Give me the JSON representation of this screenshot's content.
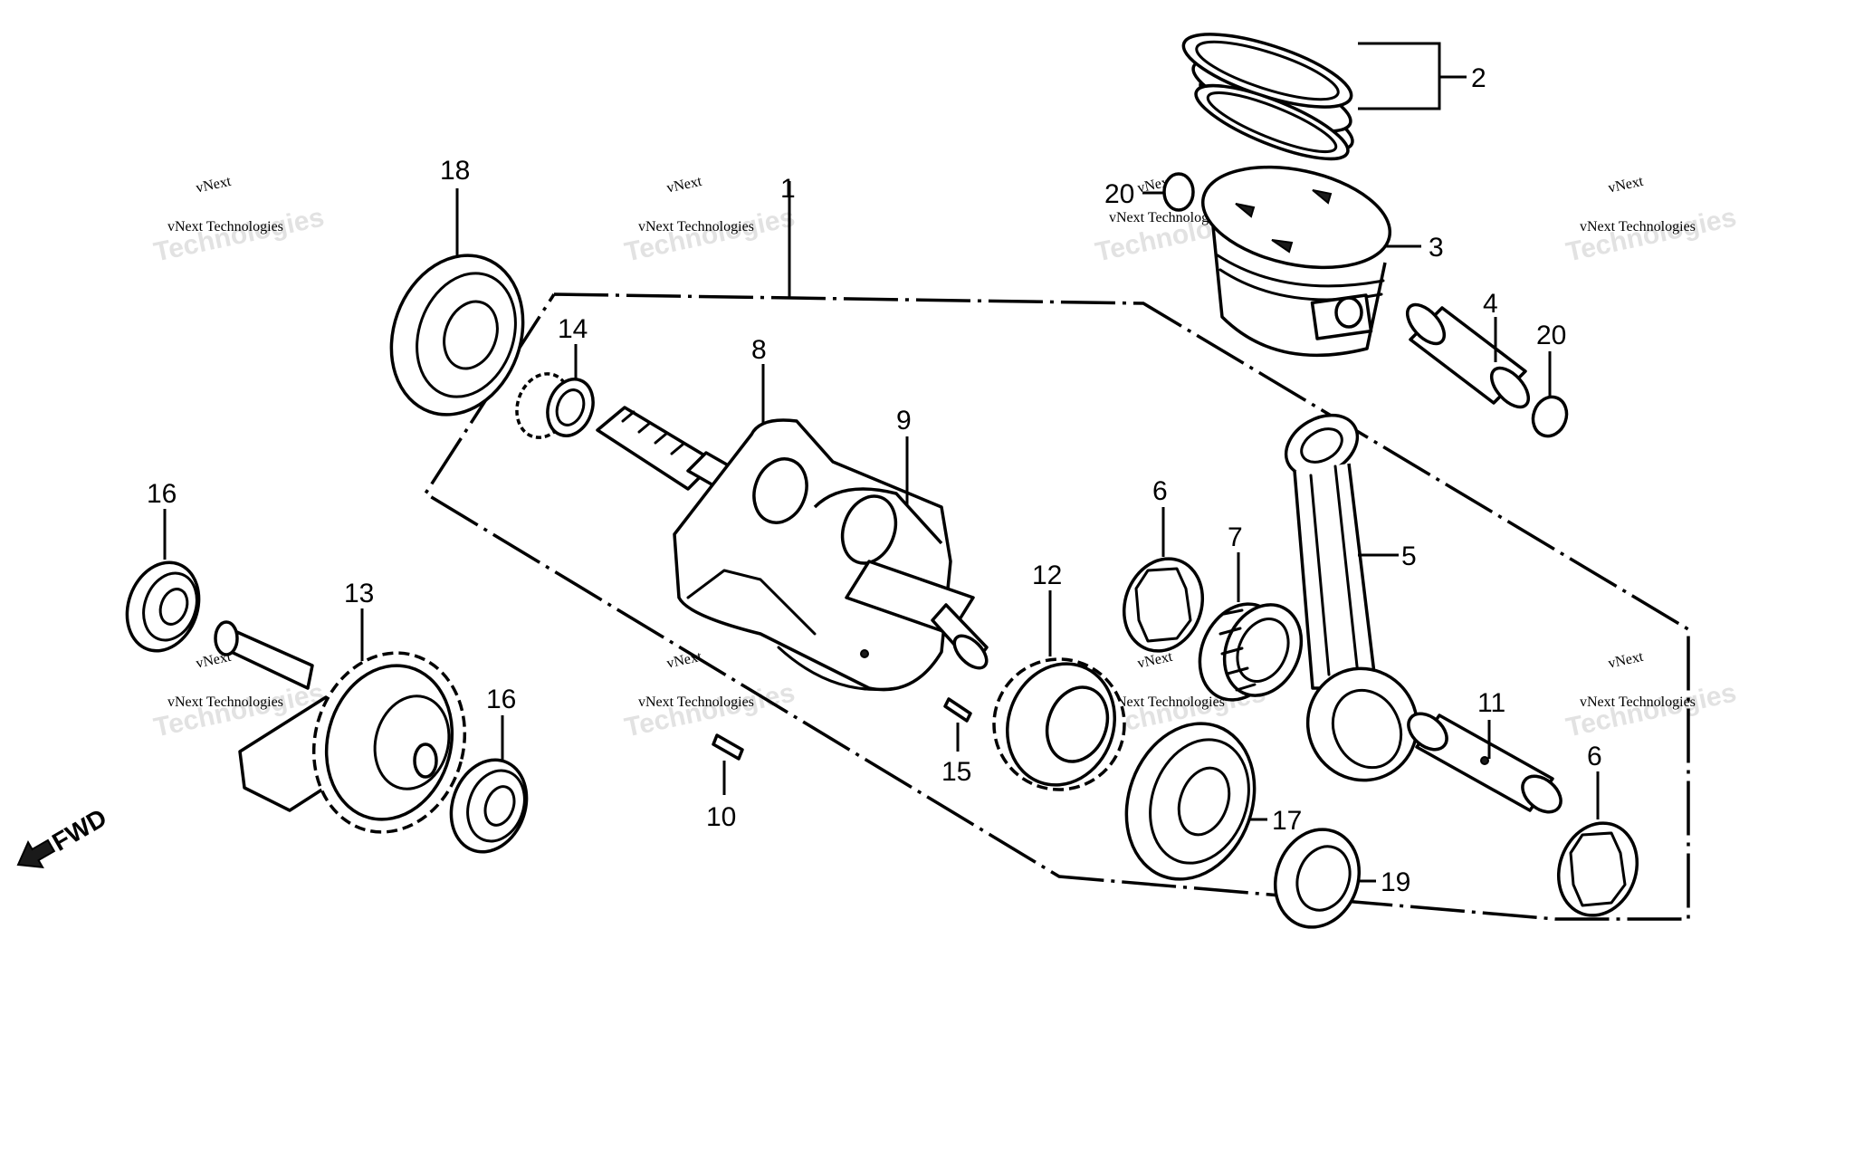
{
  "callouts": {
    "c1": "1",
    "c2": "2",
    "c3": "3",
    "c4": "4",
    "c5": "5",
    "c6a": "6",
    "c6b": "6",
    "c7": "7",
    "c8": "8",
    "c9": "9",
    "c10": "10",
    "c11": "11",
    "c12": "12",
    "c13": "13",
    "c14": "14",
    "c15": "15",
    "c16a": "16",
    "c16b": "16",
    "c17": "17",
    "c18": "18",
    "c19": "19",
    "c20a": "20",
    "c20b": "20"
  },
  "direction_label": "FWD",
  "watermark": {
    "name_line1": "vNext",
    "name_line2": "vNext Technologies",
    "big_text": "Technologies"
  }
}
